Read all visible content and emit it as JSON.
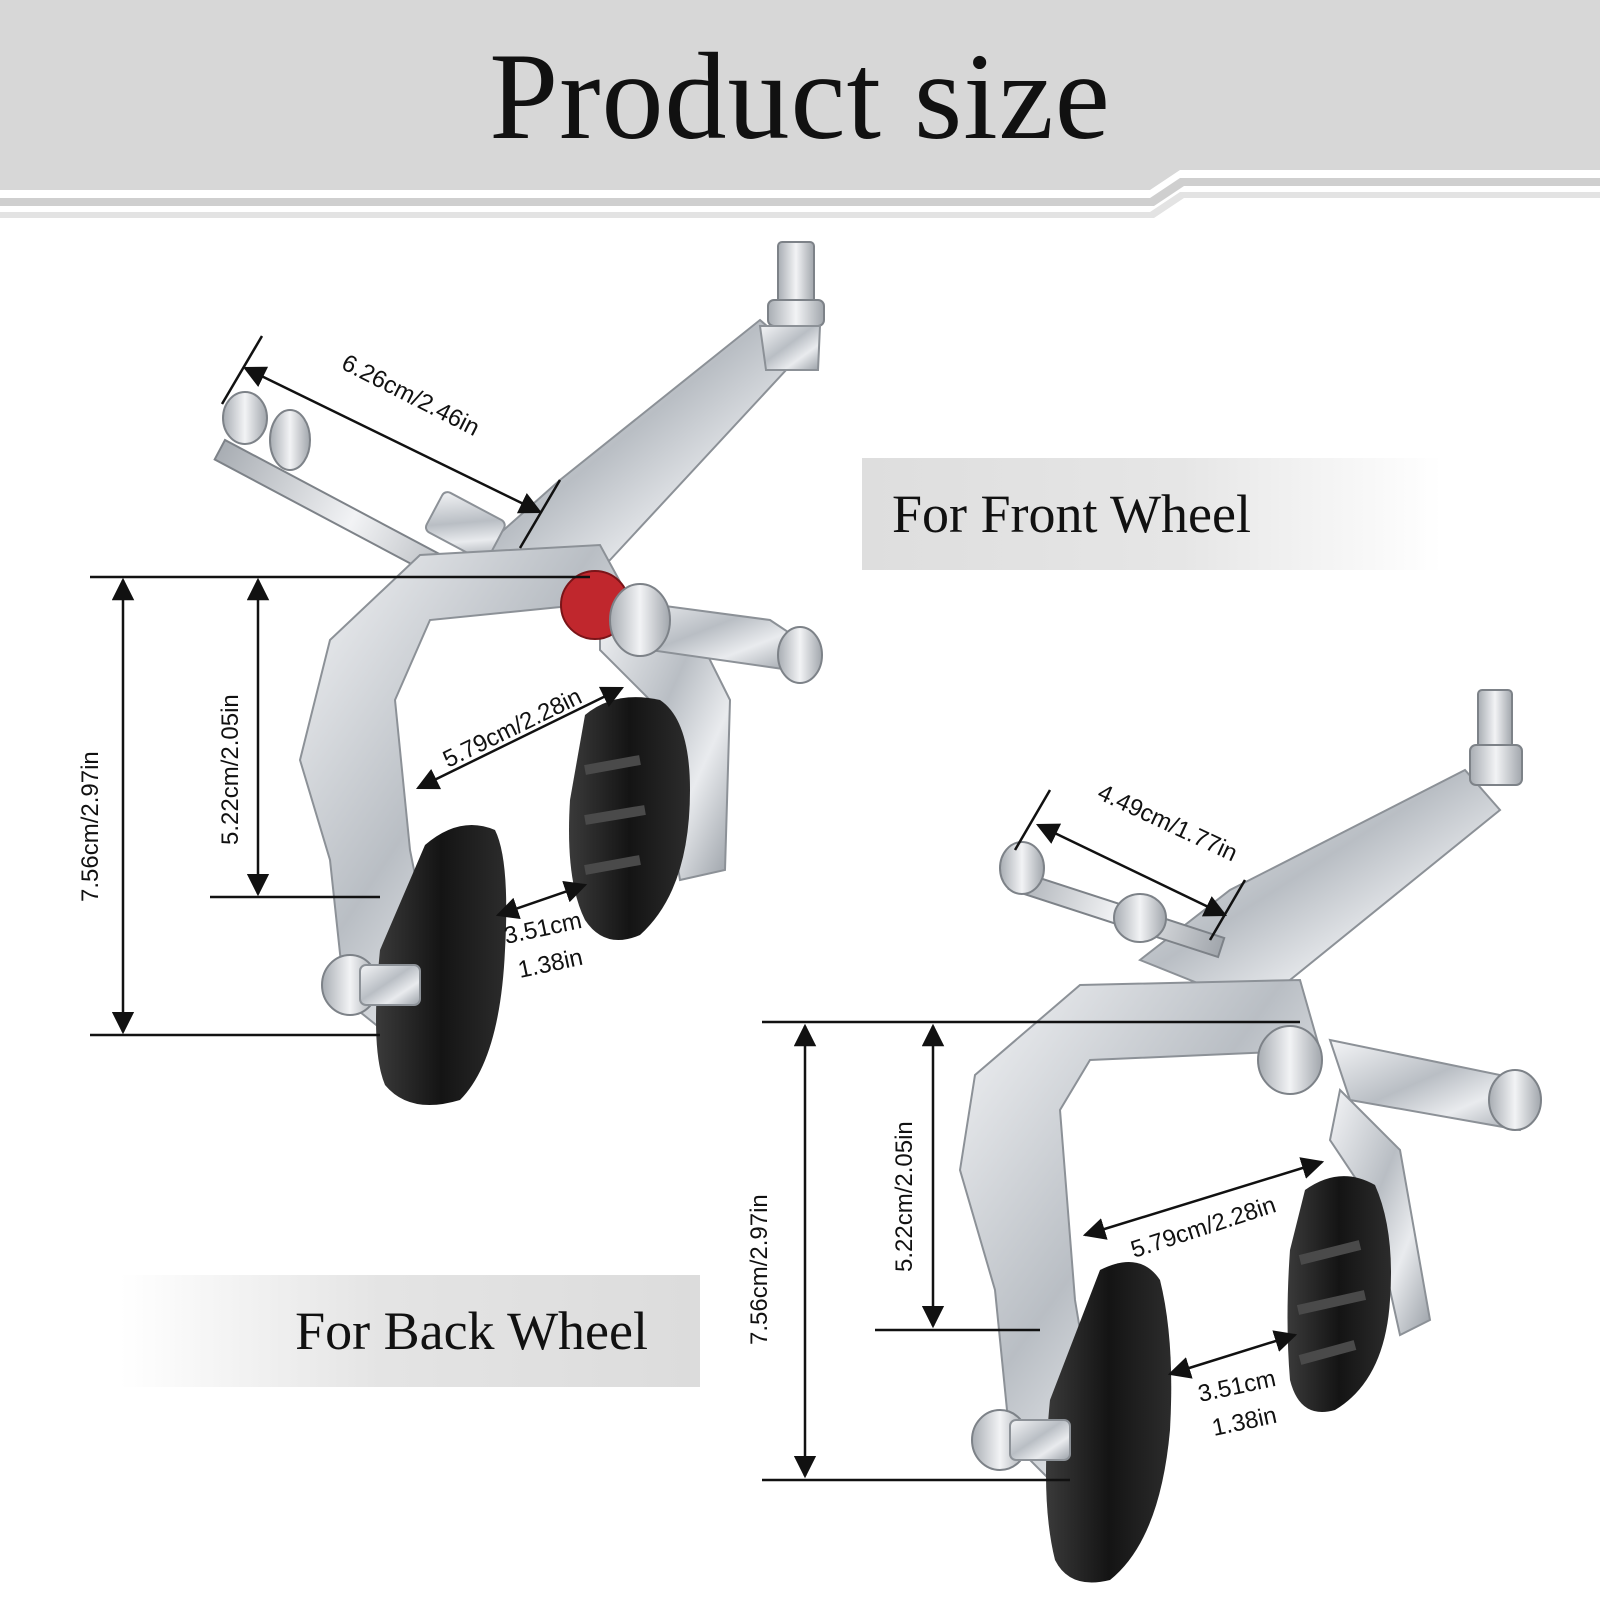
{
  "header": {
    "title": "Product size"
  },
  "labels": {
    "front": "For Front Wheel",
    "back": "For Back Wheel"
  },
  "front_brake": {
    "bolt_length": "6.26cm/2.46in",
    "overall_height": "7.56cm/2.97in",
    "arm_height": "5.22cm/2.05in",
    "arm_span": "5.79cm/2.28in",
    "pad_gap_cm": "3.51cm",
    "pad_gap_in": "1.38in"
  },
  "back_brake": {
    "bolt_length": "4.49cm/1.77in",
    "overall_height": "7.56cm/2.97in",
    "arm_height": "5.22cm/2.05in",
    "arm_span": "5.79cm/2.28in",
    "pad_gap_cm": "3.51cm",
    "pad_gap_in": "1.38in"
  },
  "colors": {
    "header_gray": "#d6d6d6",
    "label_gray": "#e0e0e0",
    "metal": "#c9cdd2",
    "rubber": "#1e1e1e"
  }
}
